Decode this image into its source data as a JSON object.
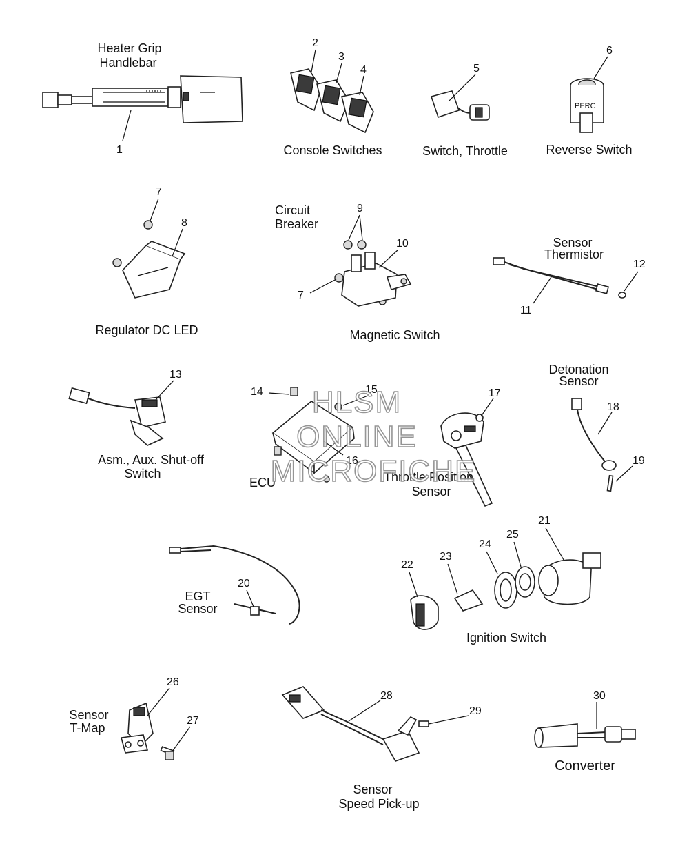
{
  "watermark": {
    "line1": "HLSM",
    "line2": "ONLINE",
    "line3": "MICROFICHE"
  },
  "labels": {
    "heater_grip_1": "Heater Grip",
    "heater_grip_2": "Handlebar",
    "console_switches": "Console Switches",
    "switch_throttle": "Switch, Throttle",
    "reverse_switch": "Reverse Switch",
    "circuit_breaker_1": "Circuit",
    "circuit_breaker_2": "Breaker",
    "sensor_thermistor_1": "Sensor",
    "sensor_thermistor_2": "Thermistor",
    "regulator": "Regulator DC LED",
    "magnetic_switch": "Magnetic Switch",
    "detonation_1": "Detonation",
    "detonation_2": "Sensor",
    "aux_shutoff_1": "Asm., Aux. Shut-off",
    "aux_shutoff_2": "Switch",
    "ecu": "ECU",
    "tps_1": "Throttle Position",
    "tps_2": "Sensor",
    "egt_1": "EGT",
    "egt_2": "Sensor",
    "ignition_switch": "Ignition Switch",
    "tmap_1": "Sensor",
    "tmap_2": "T-Map",
    "speed_1": "Sensor",
    "speed_2": "Speed Pick-up",
    "converter": "Converter",
    "perc_stamp": "PERC"
  },
  "callouts": {
    "n1": "1",
    "n2": "2",
    "n3": "3",
    "n4": "4",
    "n5": "5",
    "n6": "6",
    "n7a": "7",
    "n7b": "7",
    "n8": "8",
    "n9": "9",
    "n10": "10",
    "n11": "11",
    "n12": "12",
    "n13": "13",
    "n14": "14",
    "n15": "15",
    "n16": "16",
    "n17": "17",
    "n18": "18",
    "n19": "19",
    "n20": "20",
    "n21": "21",
    "n22": "22",
    "n23": "23",
    "n24": "24",
    "n25": "25",
    "n26": "26",
    "n27": "27",
    "n28": "28",
    "n29": "29",
    "n30": "30"
  }
}
